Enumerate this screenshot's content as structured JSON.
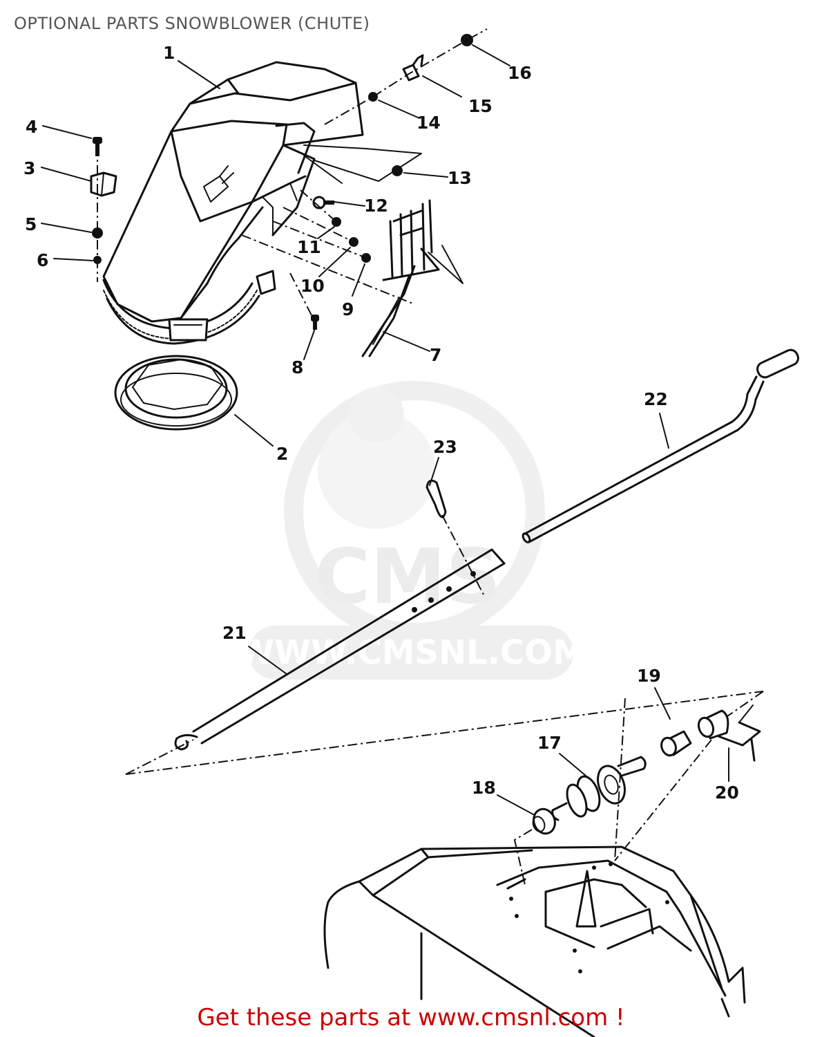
{
  "title": "OPTIONAL PARTS SNOWBLOWER (CHUTE)",
  "footer": "Get these parts at www.cmsnl.com !",
  "watermark": "WWW.CMSNL.COM",
  "watermark_logo": "CMS",
  "colors": {
    "title": "#555555",
    "footer": "#cc0000",
    "lines": "#111111",
    "watermark": "#c8c8c8"
  },
  "callouts": [
    "1",
    "2",
    "3",
    "4",
    "5",
    "6",
    "7",
    "8",
    "9",
    "10",
    "11",
    "12",
    "13",
    "14",
    "15",
    "16",
    "17",
    "18",
    "19",
    "20",
    "21",
    "22",
    "23"
  ]
}
